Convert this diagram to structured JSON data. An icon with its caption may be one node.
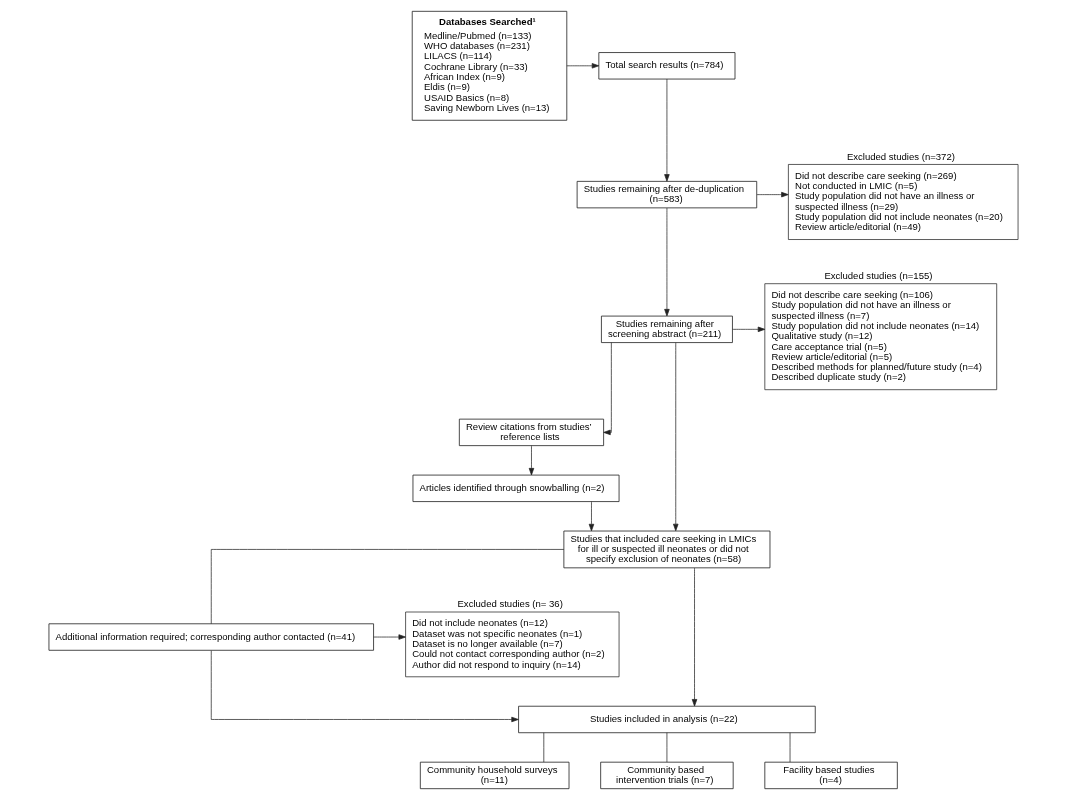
{
  "diagram": {
    "nodes": [
      {
        "text": [
          "Databases Searched¹",
          "Medline/Pubmed (n=133)",
          "WHO databases (n=231)",
          "LILACS (n=114)",
          "Cochrane Library (n=33)",
          "African Index (n=9)",
          "Eldis (n=9)",
          "USAID Basics (n=8)",
          "Saving Newborn Lives (n=13)"
        ]
      },
      {
        "text": [
          "Total search results (n=784)"
        ]
      },
      {
        "text": [
          "Studies remaining after de-duplication (n=583)"
        ]
      },
      {
        "text": [
          "Excluded studies (n=372)",
          "Did not describe care seeking (n=269)",
          "Not conducted in LMIC (n=5)",
          "Study population did not have an illness or suspected illness (n=29)",
          "Study population did not include neonates (n=20)",
          "Review article/editorial (n=49)"
        ]
      },
      {
        "text": [
          "Studies remaining after screening abstract (n=211)"
        ]
      },
      {
        "text": [
          "Excluded studies (n=155)",
          "Did not describe care seeking (n=106)",
          "Study population did not have an illness or suspected illness (n=7)",
          "Study population did not include neonates (n=14)",
          "Qualitative study (n=12)",
          "Care acceptance trial (n=5)",
          "Review article/editorial (n=5)",
          "Described methods for planned/future study (n=4)",
          "Described duplicate study (n=2)"
        ]
      },
      {
        "text": [
          "Review citations from studies’ reference lists"
        ]
      },
      {
        "text": [
          "Articles identified through snowballing (n=2)"
        ]
      },
      {
        "text": [
          "Studies that included care seeking in LMICs for ill or suspected ill neonates or did not specify exclusion of neonates (n=58)"
        ]
      },
      {
        "text": [
          "Additional information required; corresponding author contacted (n=41)"
        ]
      },
      {
        "text": [
          "Excluded studies (n= 36)",
          "Did not include neonates (n=12)",
          "Dataset was not specific neonates (n=1)",
          "Dataset is no longer available (n=7)",
          "Could not contact corresponding author (n=2)",
          "Author did not respond to inquiry (n=14)"
        ]
      },
      {
        "text": [
          "Studies included in analysis (n=22)"
        ]
      },
      {
        "text": [
          "Community household surveys (n=11)"
        ]
      },
      {
        "text": [
          "Community based intervention trials (n=7)"
        ]
      },
      {
        "text": [
          "Facility based studies (n=4)"
        ]
      }
    ],
    "edges": [
      {
        "from": 0,
        "to": 1,
        "arrow": "to"
      },
      {
        "from": 1,
        "to": 2,
        "arrow": "to"
      },
      {
        "from": 2,
        "to": 3,
        "arrow": "to"
      },
      {
        "from": 2,
        "to": 4,
        "arrow": "to"
      },
      {
        "from": 4,
        "to": 6,
        "arrow": "to"
      },
      {
        "from": 4,
        "to": 5,
        "arrow": "to"
      },
      {
        "from": 4,
        "to": 8,
        "arrow": "to"
      },
      {
        "from": 6,
        "to": 7,
        "arrow": "to"
      },
      {
        "from": 7,
        "to": 8,
        "arrow": "to"
      },
      {
        "from": 8,
        "to": 11,
        "arrow": "to"
      },
      {
        "from": 8,
        "to": 9,
        "arrow": "none"
      },
      {
        "from": 9,
        "to": 10,
        "arrow": "to"
      },
      {
        "from": 9,
        "to": 11,
        "arrow": "to"
      },
      {
        "from": 11,
        "to": 12,
        "arrow": "none"
      },
      {
        "from": 11,
        "to": 13,
        "arrow": "none"
      },
      {
        "from": 11,
        "to": 14,
        "arrow": "none"
      }
    ]
  }
}
